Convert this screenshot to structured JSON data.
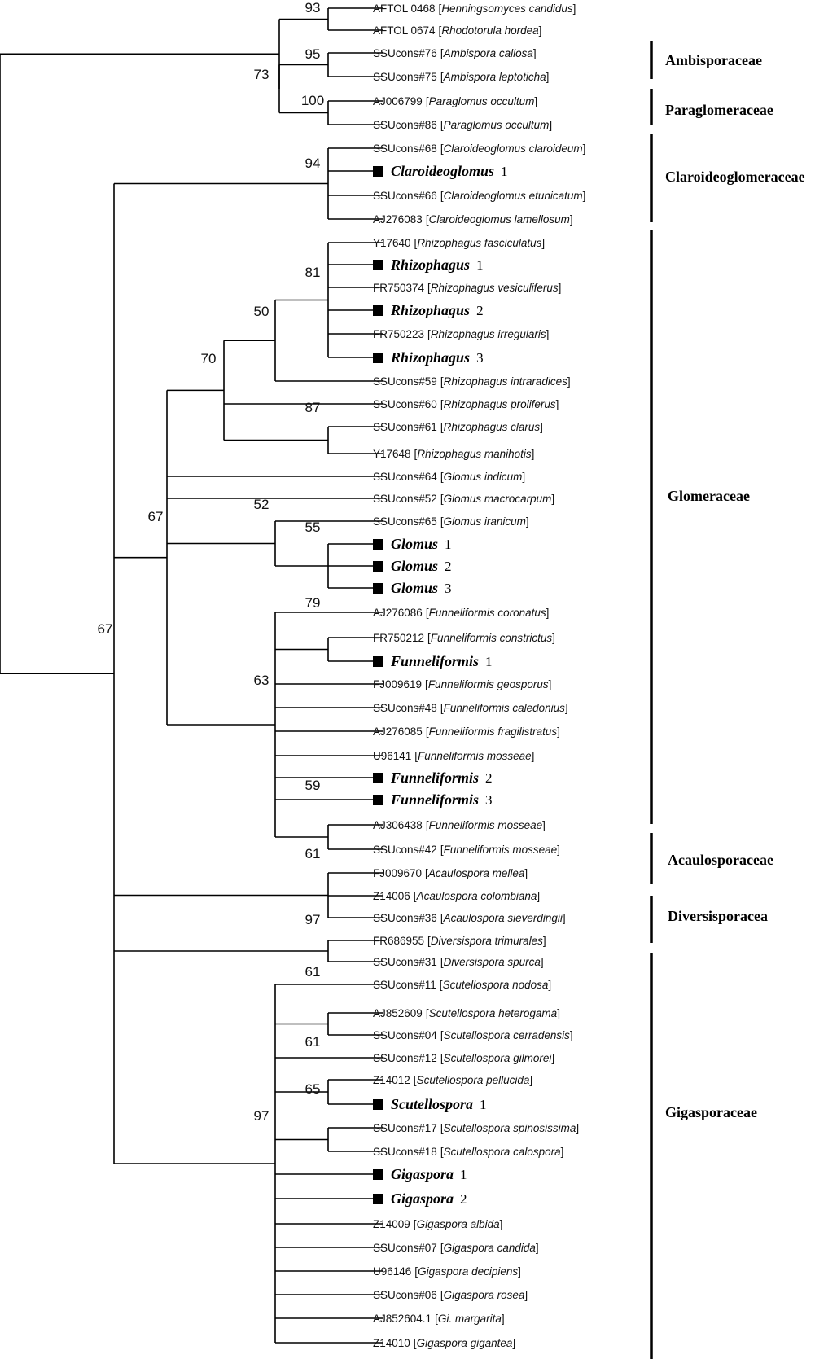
{
  "leaves": [
    {
      "acc": "AFTOL 0468",
      "sp": "Henningsomyces candidus"
    },
    {
      "acc": "AFTOL 0674",
      "sp": "Rhodotorula hordea"
    },
    {
      "acc": "SSUcons#76",
      "sp": "Ambispora callosa"
    },
    {
      "acc": "SSUcons#75",
      "sp": "Ambispora leptoticha"
    },
    {
      "acc": "AJ006799",
      "sp": "Paraglomus occultum"
    },
    {
      "acc": "SSUcons#86",
      "sp": "Paraglomus occultum"
    },
    {
      "acc": "SSUcons#68",
      "sp": "Claroideoglomus claroideum"
    },
    {
      "genus": "Claroideoglomus",
      "num": "1",
      "mark": "square"
    },
    {
      "acc": "SSUcons#66",
      "sp": "Claroideoglomus etunicatum"
    },
    {
      "acc": "AJ276083",
      "sp": "Claroideoglomus lamellosum"
    },
    {
      "acc": "Y17640",
      "sp": "Rhizophagus fasciculatus"
    },
    {
      "genus": "Rhizophagus",
      "num": "1",
      "mark": "square"
    },
    {
      "acc": "FR750374",
      "sp": "Rhizophagus vesiculiferus"
    },
    {
      "genus": "Rhizophagus",
      "num": "2",
      "mark": "square"
    },
    {
      "acc": "FR750223",
      "sp": "Rhizophagus irregularis"
    },
    {
      "genus": "Rhizophagus",
      "num": "3",
      "mark": "square"
    },
    {
      "acc": "SSUcons#59",
      "sp": "Rhizophagus intraradices"
    },
    {
      "acc": "SSUcons#60",
      "sp": "Rhizophagus proliferus"
    },
    {
      "acc": "SSUcons#61",
      "sp": "Rhizophagus clarus"
    },
    {
      "acc": "Y17648",
      "sp": "Rhizophagus manihotis"
    },
    {
      "acc": "SSUcons#64",
      "sp": "Glomus indicum"
    },
    {
      "acc": "SSUcons#52",
      "sp": "Glomus macrocarpum"
    },
    {
      "acc": "SSUcons#65",
      "sp": "Glomus iranicum"
    },
    {
      "genus": "Glomus",
      "num": "1",
      "mark": "square"
    },
    {
      "genus": "Glomus",
      "num": "2",
      "mark": "square"
    },
    {
      "genus": "Glomus",
      "num": "3",
      "mark": "square"
    },
    {
      "acc": "AJ276086",
      "sp": "Funneliformis coronatus"
    },
    {
      "acc": "FR750212",
      "sp": "Funneliformis constrictus"
    },
    {
      "genus": "Funneliformis",
      "num": "1",
      "mark": "square"
    },
    {
      "acc": "FJ009619",
      "sp": "Funneliformis geosporus"
    },
    {
      "acc": "SSUcons#48",
      "sp": "Funneliformis caledonius"
    },
    {
      "acc": "AJ276085",
      "sp": "Funneliformis fragilistratus"
    },
    {
      "acc": "U96141",
      "sp": "Funneliformis mosseae"
    },
    {
      "genus": "Funneliformis",
      "num": "2",
      "mark": "square"
    },
    {
      "genus": "Funneliformis",
      "num": "3",
      "mark": "square"
    },
    {
      "acc": "AJ306438",
      "sp": "Funneliformis mosseae"
    },
    {
      "acc": "SSUcons#42",
      "sp": "Funneliformis mosseae"
    },
    {
      "acc": "FJ009670",
      "sp": "Acaulospora mellea"
    },
    {
      "acc": "Z14006",
      "sp": "Acaulospora colombiana"
    },
    {
      "acc": "SSUcons#36",
      "sp": "Acaulospora sieverdingii"
    },
    {
      "acc": "FR686955",
      "sp": "Diversispora trimurales"
    },
    {
      "acc": "SSUcons#31",
      "sp": "Diversispora spurca"
    },
    {
      "acc": "SSUcons#11",
      "sp": "Scutellospora nodosa"
    },
    {
      "acc": "AJ852609",
      "sp": "Scutellospora heterogama"
    },
    {
      "acc": "SSUcons#04",
      "sp": "Scutellospora cerradensis"
    },
    {
      "acc": "SSUcons#12",
      "sp": "Scutellospora gilmorei"
    },
    {
      "acc": "Z14012",
      "sp": "Scutellospora pellucida"
    },
    {
      "genus": "Scutellospora",
      "num": "1",
      "mark": "square"
    },
    {
      "acc": "SSUcons#17",
      "sp": "Scutellospora spinosissima"
    },
    {
      "acc": "SSUcons#18",
      "sp": "Scutellospora calospora"
    },
    {
      "genus": "Gigaspora",
      "num": "1",
      "mark": "square"
    },
    {
      "genus": "Gigaspora",
      "num": "2",
      "mark": "square"
    },
    {
      "acc": "Z14009",
      "sp": "Gigaspora albida"
    },
    {
      "acc": "SSUcons#07",
      "sp": "Gigaspora candida"
    },
    {
      "acc": "U96146",
      "sp": "Gigaspora decipiens"
    },
    {
      "acc": "SSUcons#06",
      "sp": "Gigaspora rosea"
    },
    {
      "acc": "AJ852604.1",
      "sp": "Gi. margarita"
    },
    {
      "acc": "Z14010",
      "sp": "Gigaspora gigantea"
    }
  ],
  "bootstraps": [
    "93",
    "73",
    "95",
    "100",
    "94",
    "81",
    "50",
    "70",
    "87",
    "52",
    "55",
    "67",
    "79",
    "63",
    "59",
    "67",
    "61",
    "97",
    "61",
    "61",
    "65",
    "97"
  ],
  "families": [
    "Ambisporaceae",
    "Paraglomeraceae",
    "Claroideoglomeraceae",
    "Glomeraceae",
    "Acaulosporaceae",
    "Diversisporacea",
    "Gigasporaceae"
  ]
}
